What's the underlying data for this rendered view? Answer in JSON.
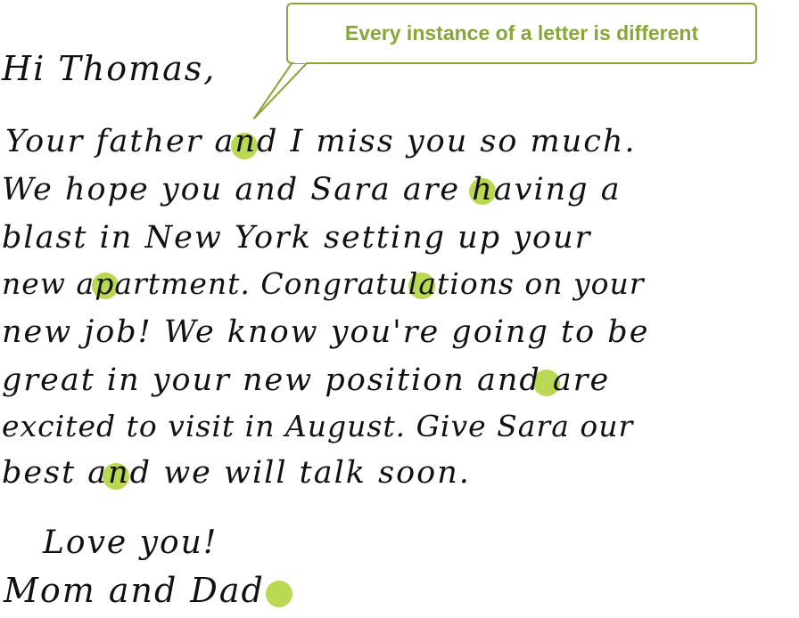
{
  "callout": {
    "text": "Every instance of a letter is different"
  },
  "letter": {
    "greeting": "Hi Thomas,",
    "body_lines": [
      "Your father and I miss you so much.",
      "We hope you and Sara are having a",
      "blast in New York setting up your",
      "new apartment. Congratulations on your",
      "new job! We know you're going to be",
      "great in your new position and are",
      "excited to visit in August. Give Sara our",
      "best and we will talk soon."
    ],
    "closing": "Love you!",
    "signature": "Mom and Dad"
  },
  "colors": {
    "highlight": "#b5d64a",
    "callout_border": "#86a63a",
    "callout_text": "#86a63a",
    "ink": "#111111"
  }
}
